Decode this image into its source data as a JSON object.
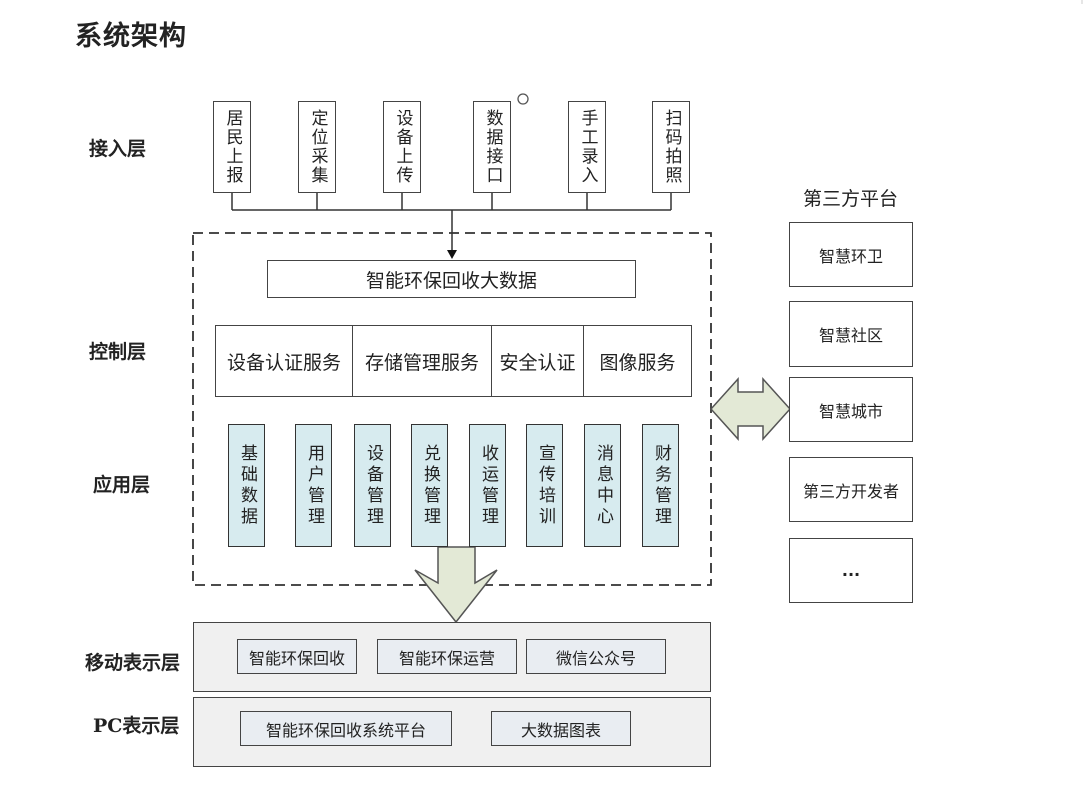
{
  "title": "系统架构",
  "layers": {
    "access": "接入层",
    "control": "控制层",
    "application": "应用层",
    "mobile": "移动表示层",
    "pc": "PC表示层"
  },
  "access_sources": [
    "居民上报",
    "定位采集",
    "设备上传",
    "数据接口",
    "手工录入",
    "扫码拍照"
  ],
  "big_data": "智能环保回收大数据",
  "services": [
    "设备认证服务",
    "存储管理服务",
    "安全认证",
    "图像服务"
  ],
  "modules": [
    "基础数据",
    "用户管理",
    "设备管理",
    "兑换管理",
    "收运管理",
    "宣传培训",
    "消息中心",
    "财务管理"
  ],
  "mobile_items": [
    "智能环保回收",
    "智能环保运营",
    "微信公众号"
  ],
  "pc_items": [
    "智能环保回收系统平台",
    "大数据图表"
  ],
  "third_party": {
    "title": "第三方平台",
    "items": [
      "智慧环卫",
      "智慧社区",
      "智慧城市",
      "第三方开发者",
      "..."
    ]
  },
  "colors": {
    "module_fill": "#d7ebef",
    "arrow_fill": "#e3e9d6",
    "panel_fill": "#f0f0f0",
    "chip_fill": "#e9edf2"
  }
}
